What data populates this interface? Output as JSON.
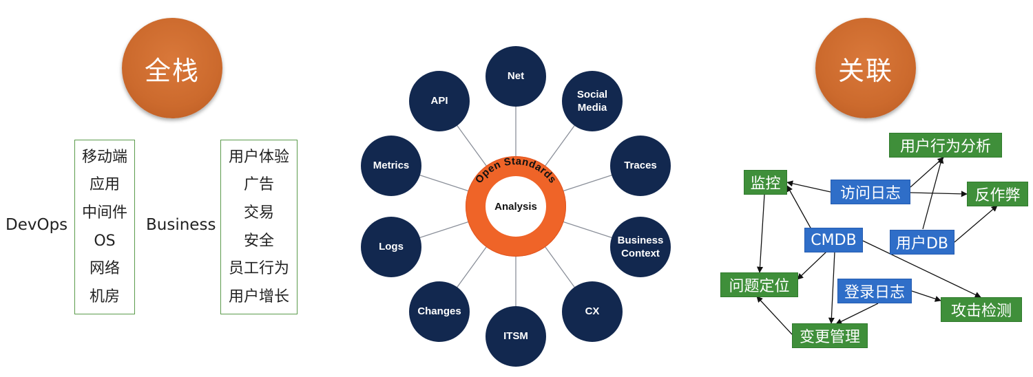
{
  "left": {
    "title": "全栈",
    "devops_label": "DevOps",
    "business_label": "Business",
    "devops_items": [
      "移动端",
      "应用",
      "中间件",
      "OS",
      "网络",
      "机房"
    ],
    "business_items": [
      "用户体验",
      "广告",
      "交易",
      "安全",
      "员工行为",
      "用户增长"
    ]
  },
  "hub": {
    "arc_text": "Open Standards",
    "center_text": "Analysis",
    "nodes": [
      "Net",
      "Social Media",
      "Traces",
      "Business Context",
      "CX",
      "ITSM",
      "Changes",
      "Logs",
      "Metrics",
      "API"
    ]
  },
  "right": {
    "title": "关联",
    "boxes": {
      "user_behavior": "用户行为分析",
      "monitor": "监控",
      "access_log": "访问日志",
      "anti_fraud": "反作弊",
      "cmdb": "CMDB",
      "user_db": "用户DB",
      "problem_locate": "问题定位",
      "login_log": "登录日志",
      "attack_detect": "攻击检测",
      "change_mgmt": "变更管理"
    }
  },
  "colors": {
    "orange": "#cc6a2d",
    "navy": "#12284f",
    "hub_orange": "#ef6428",
    "green": "#3f8f3a",
    "blue": "#2f6ec8"
  }
}
